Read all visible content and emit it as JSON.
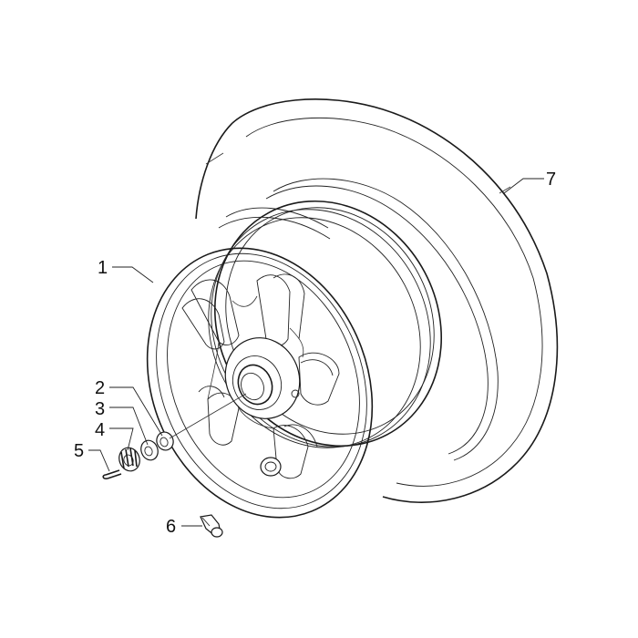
{
  "diagram": {
    "callouts": [
      {
        "id": "1",
        "text": "1"
      },
      {
        "id": "2",
        "text": "2"
      },
      {
        "id": "3",
        "text": "3"
      },
      {
        "id": "4",
        "text": "4"
      },
      {
        "id": "5",
        "text": "5"
      },
      {
        "id": "6",
        "text": "6"
      },
      {
        "id": "7",
        "text": "7"
      }
    ],
    "parts": [
      "tyre",
      "wheel-rim",
      "washer",
      "spacer",
      "nut",
      "split-pin",
      "valve"
    ]
  }
}
